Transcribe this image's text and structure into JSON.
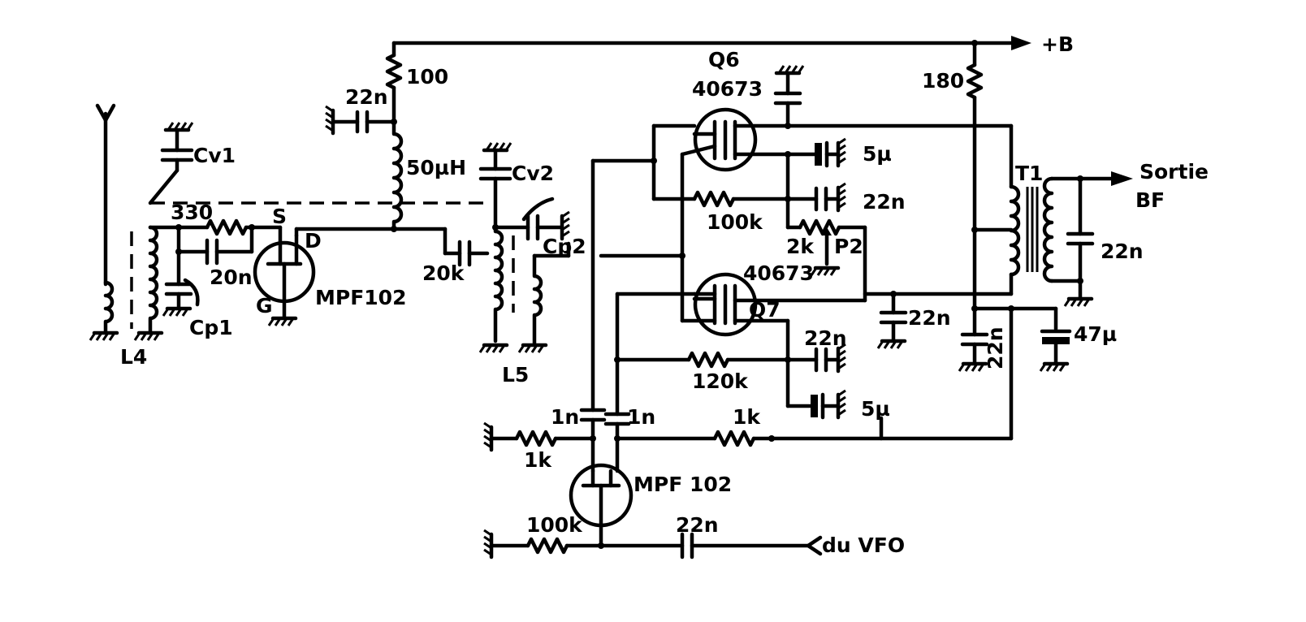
{
  "labels": {
    "supply": "+B",
    "r_100": "100",
    "c_22n_a": "22n",
    "l_50uH": "50µH",
    "cv1": "Cv1",
    "cv2": "Cv2",
    "r_330": "330",
    "s": "S",
    "d": "D",
    "g": "G",
    "c_20n": "20n",
    "mpf102_a": "MPF102",
    "cp1": "Cp1",
    "l4": "L4",
    "c_20k": "20k",
    "cp2": "Cp2",
    "l5": "L5",
    "q6": "Q6",
    "q6_part": "40673",
    "c_5u_a": "5µ",
    "c_22n_b": "22n",
    "r_100k_a": "100k",
    "r_2k": "2k",
    "p2": "P2",
    "q7_part": "40673",
    "q7": "Q7",
    "c_22n_c": "22n",
    "c_22n_d": "22n",
    "r_120k": "120k",
    "c_5u_b": "5µ",
    "c_1n_a": "1n",
    "c_1n_b": "1n",
    "r_1k_a": "1k",
    "r_1k_b": "1k",
    "mpf102_b": "MPF 102",
    "r_100k_b": "100k",
    "c_22n_e": "22n",
    "vfo": "du VFO",
    "r_180": "180",
    "t1": "T1",
    "sortie": "Sortie",
    "bf": "BF",
    "c_22n_f": "22n",
    "c_22n_g": "22n",
    "c_47u": "47µ"
  }
}
